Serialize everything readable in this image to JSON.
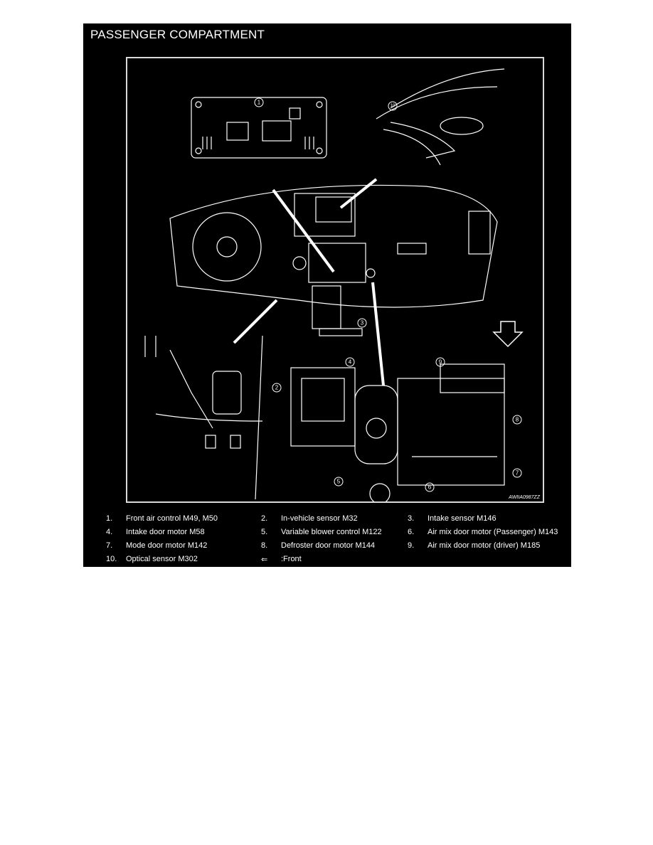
{
  "panel": {
    "title": "PASSENGER COMPARTMENT",
    "figure_id": "AWIIA0987ZZ"
  },
  "legend": [
    {
      "num": "1.",
      "label": "Front air control M49, M50"
    },
    {
      "num": "2.",
      "label": "In-vehicle sensor M32"
    },
    {
      "num": "3.",
      "label": "Intake sensor M146"
    },
    {
      "num": "4.",
      "label": "Intake door motor M58"
    },
    {
      "num": "5.",
      "label": "Variable blower control M122"
    },
    {
      "num": "6.",
      "label": "Air mix door motor (Passenger) M143"
    },
    {
      "num": "7.",
      "label": "Mode door motor M142"
    },
    {
      "num": "8.",
      "label": "Defroster door motor M144"
    },
    {
      "num": "9.",
      "label": "Air mix door motor (driver) M185"
    },
    {
      "num": "10.",
      "label": "Optical sensor M302"
    },
    {
      "num": "⇐",
      "label": ":Front"
    }
  ],
  "callouts": [
    "1",
    "2",
    "3",
    "4",
    "5",
    "6",
    "7",
    "8",
    "9",
    "10"
  ],
  "colors": {
    "background": "#000000",
    "foreground": "#ffffff",
    "frame": "#d9d9d9"
  }
}
